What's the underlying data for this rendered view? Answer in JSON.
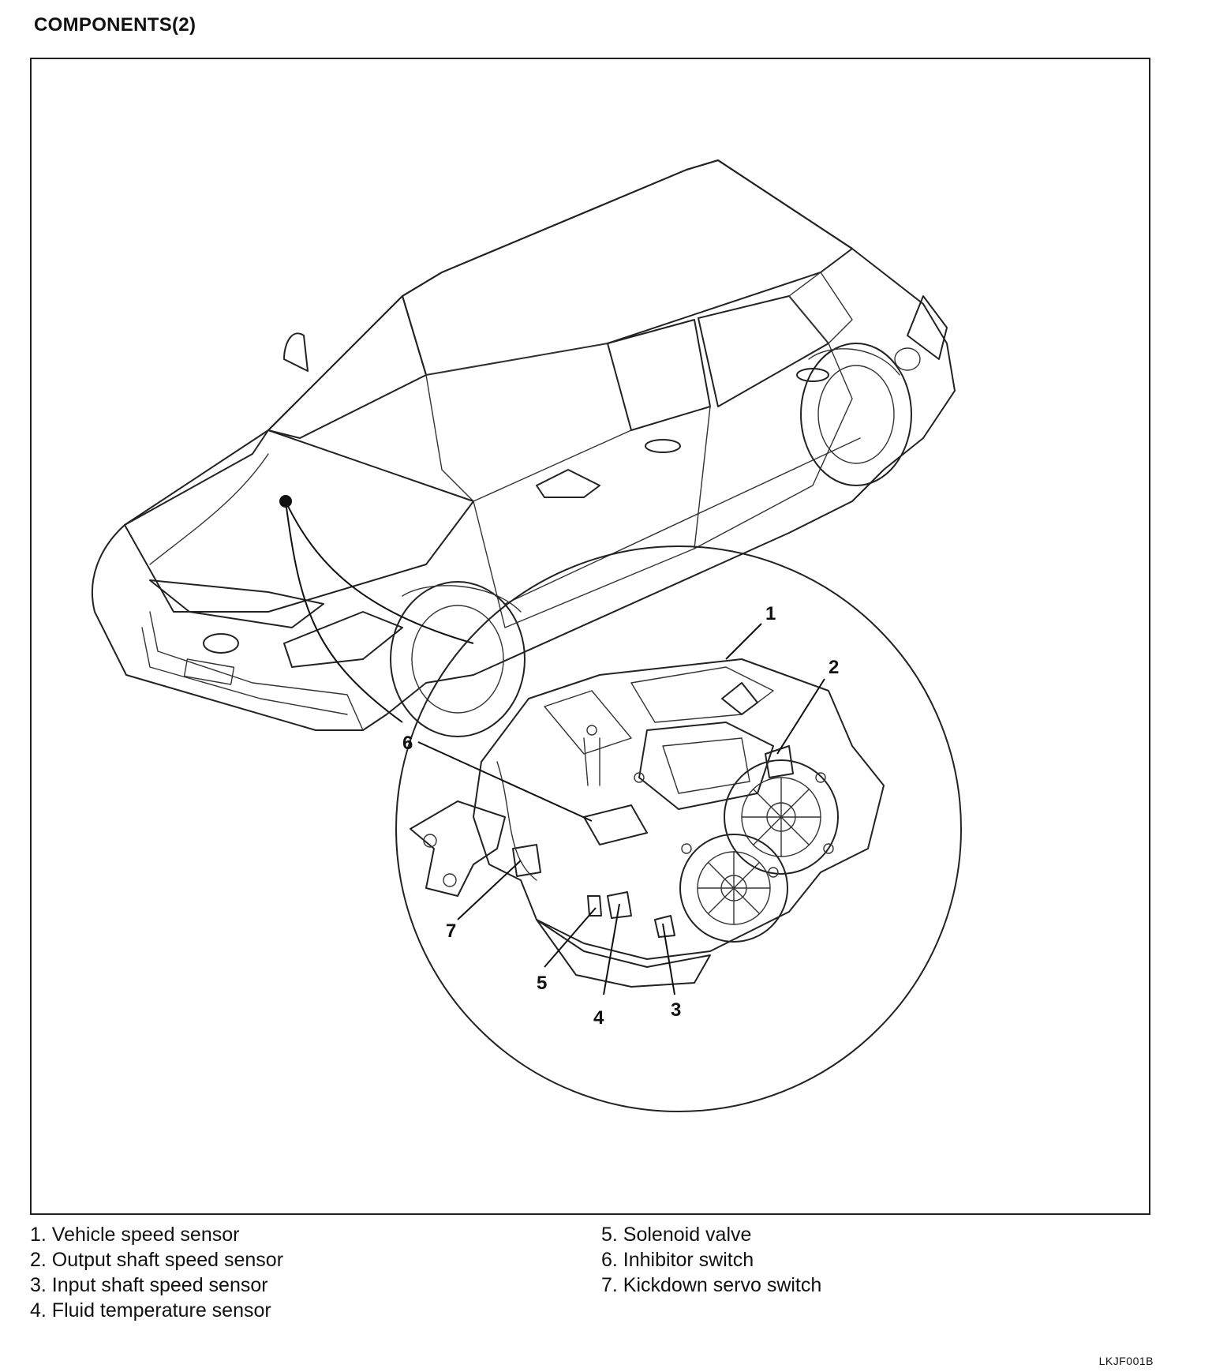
{
  "title": "COMPONENTS(2)",
  "callouts": [
    "1",
    "2",
    "3",
    "4",
    "5",
    "6",
    "7"
  ],
  "legend": {
    "left": [
      "1. Vehicle speed sensor",
      "2. Output shaft speed sensor",
      "3. Input shaft speed sensor",
      "4. Fluid temperature sensor"
    ],
    "right": [
      "5. Solenoid valve",
      "6. Inhibitor switch",
      "7. Kickdown servo switch"
    ]
  },
  "figure_code": "LKJF001B"
}
